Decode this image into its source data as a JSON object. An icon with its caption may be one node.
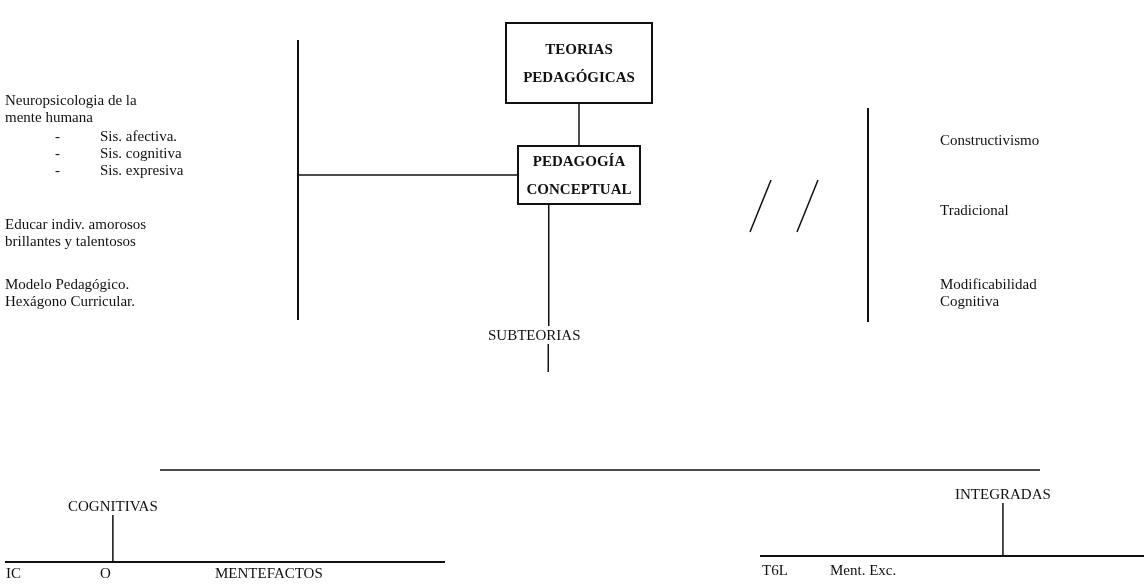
{
  "diagram": {
    "nodes": [
      {
        "text": [
          "TEORIAS PEDAGÓGICAS"
        ]
      },
      {
        "text": [
          "PEDAGOGÍA CONCEPTUAL"
        ]
      },
      {
        "text": [],
        "shape": "bar"
      },
      {
        "text": [
          "SUBTEORIAS"
        ]
      },
      {
        "text": [
          "COGNITIVAS"
        ]
      },
      {
        "text": [],
        "shape": "bar"
      },
      {
        "text": [
          "INTEGRADAS"
        ]
      },
      {
        "text": [],
        "shape": "bar"
      }
    ],
    "edges": [
      {
        "from": 0,
        "to": 1,
        "arrow": "none"
      },
      {
        "from": 1,
        "to": 2,
        "arrow": "none"
      },
      {
        "from": 1,
        "to": 3,
        "arrow": "none"
      },
      {
        "from": 4,
        "to": 5,
        "arrow": "none"
      },
      {
        "from": 6,
        "to": 7,
        "arrow": "none"
      }
    ],
    "labels": [
      "Neuropsicologia de la mente humana",
      "-",
      "Sis. afectiva.",
      "-",
      "Sis. cognitiva",
      "-",
      "Sis. expresiva",
      "Constructivismo",
      "Tradicional",
      "Educar indiv. amorosos brillantes y talentosos",
      "Modelo Pedagógico. Hexágono Curricular.",
      "Modificabilidad Cognitiva",
      "IC",
      "O",
      "MENTEFACTOS",
      "T6L",
      "Ment. Exc."
    ]
  }
}
